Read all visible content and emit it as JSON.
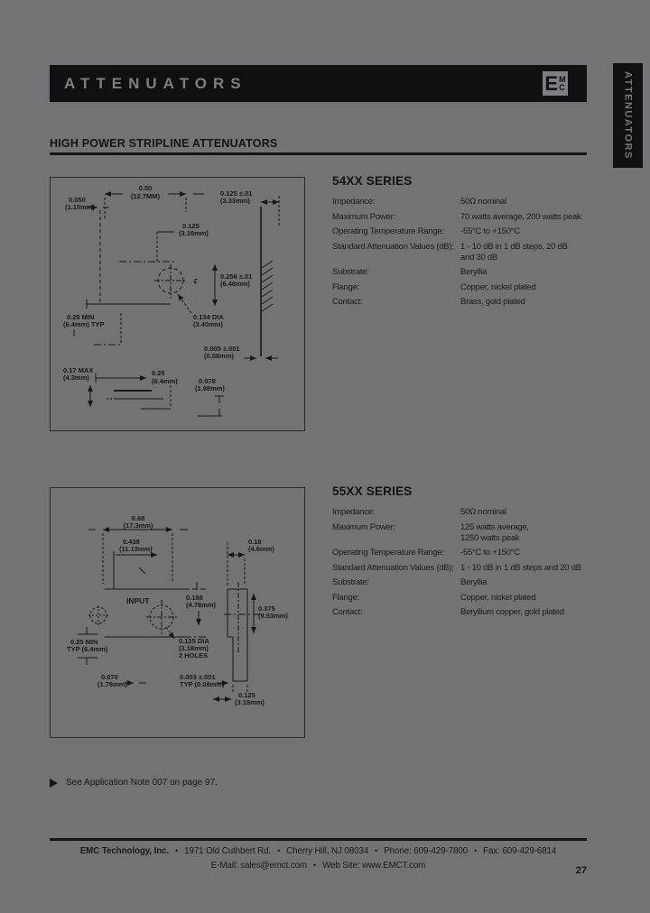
{
  "colors": {
    "page_bg": "#737377",
    "bar_bg": "#101013",
    "bar_text": "#7e7e85",
    "ink": "#17171a"
  },
  "header": {
    "title": "ATTENUATORS",
    "logo": {
      "e": "E",
      "m": "M",
      "c": "C"
    }
  },
  "side_tab": {
    "label": "ATTENUATORS"
  },
  "section_heading": "HIGH POWER STRIPLINE ATTENUATORS",
  "series54": {
    "title": "54XX SERIES",
    "specs": [
      {
        "label": "Impedance:",
        "value": "50Ω nominal"
      },
      {
        "label": "Maximum Power:",
        "value": "70 watts average, 200 watts peak"
      },
      {
        "label": "Operating Temperature Range:",
        "value": "-55°C to +150°C"
      },
      {
        "label": "Standard Attenuation Values (dB):",
        "value": "1 - 10 dB in 1 dB steps, 20 dB\nand 30 dB"
      },
      {
        "label": "Substrate:",
        "value": "Beryllia"
      },
      {
        "label": "Flange:",
        "value": "Copper, nickel plated"
      },
      {
        "label": "Contact:",
        "value": "Brass, gold plated"
      }
    ]
  },
  "series55": {
    "title": "55XX SERIES",
    "specs": [
      {
        "label": "Impedance:",
        "value": "50Ω nominal"
      },
      {
        "label": "Maximum Power:",
        "value": "125 watts average,\n1250 watts peak"
      },
      {
        "label": "Operating Temperature Range:",
        "value": "-55°C to +150°C"
      },
      {
        "label": "Standard Attenuation Values (dB):",
        "value": "1 - 10 dB in 1 dB steps and 20 dB"
      },
      {
        "label": "Substrate:",
        "value": "Beryllia"
      },
      {
        "label": "Flange:",
        "value": "Copper, nickel plated"
      },
      {
        "label": "Contact:",
        "value": "Beryllium copper, gold plated"
      }
    ]
  },
  "drawing54": {
    "labels": {
      "width_in": "0.50",
      "width_mm": "(12.7MM)",
      "lead_in": "0.050",
      "lead_mm": "(1.15mm)",
      "tab_in": "0.125 ±.01",
      "tab_mm": "(3.33mm)",
      "line_in": "0.125",
      "line_mm": "(3.18mm)",
      "centerline": "¢",
      "body_in": "0.256 ±.01",
      "body_mm": "(6.48mm)",
      "min_in": "0.25 MIN",
      "min_mm": "(6.4mm) TYP",
      "hole_in": "0.134 DIA",
      "hole_mm": "(3.40mm)",
      "tol_in": "0.005 ±.001",
      "tol_mm": "(0.08mm)",
      "len_in": "0.25",
      "len_mm": "(6.4mm)",
      "max_in": "0.17 MAX",
      "max_mm": "(4.3mm)",
      "thk_in": "0.078",
      "thk_mm": "(1.98mm)"
    }
  },
  "drawing55": {
    "labels": {
      "width_in": "0.68",
      "width_mm": "(17.3mm)",
      "flange_in": "0.438",
      "flange_mm": "(11.13mm)",
      "tab_in": "0.18",
      "tab_mm": "(4.6mm)",
      "input": "INPUT",
      "line_in": "0.188",
      "line_mm": "(4.78mm)",
      "body_in": "0.375",
      "body_mm": "(9.53mm)",
      "min_in": "0.25 MIN",
      "min_mm": "TYP (6.4mm)",
      "hole_in": "0.125 DIA",
      "hole_mm": "(3.18mm)",
      "hole_note": "2 HOLES",
      "thk_in": "0.070",
      "thk_mm": "(1.78mm)",
      "tol_in": "0.003 ±.001",
      "tol_mm": "TYP (0.08mm)",
      "pin_in": "0.125",
      "pin_mm": "(3.18mm)"
    }
  },
  "note": {
    "text": "See Application Note 007 on page 97."
  },
  "footer": {
    "bullet": "•",
    "company": "EMC Technology, Inc.",
    "address": "1971 Old Cuthbert Rd.",
    "city": "Cherry Hill, NJ 08034",
    "phone": "Phone: 609-429-7800",
    "fax": "Fax: 609-429-6814",
    "email": "E-Mail: sales@emct.com",
    "web": "Web Site: www.EMCT.com",
    "page_number": "27"
  }
}
